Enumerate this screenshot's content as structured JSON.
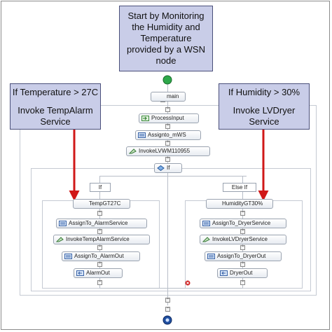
{
  "callouts": {
    "start": [
      "Start by Monitoring",
      "the  Humidity and",
      "Temperature",
      "provided by a WSN",
      "node"
    ],
    "left": [
      "If Temperature > 27C",
      "Invoke TempAlarm",
      "Service"
    ],
    "right": [
      "If Humidity > 30%",
      "Invoke  LVDryer",
      "Service"
    ]
  },
  "flow": {
    "main": "main",
    "process_input": "ProcessInput",
    "assign_mws": "Assignto_mWS",
    "invoke_lvwm": "InvokeLVWM110955",
    "if": "If"
  },
  "left_branch": {
    "label": "If",
    "scope": "TempGT27C",
    "steps": [
      "AssignTo_AlarmService",
      "InvokeTempAlarmService",
      "AssignTo_AlarmOut",
      "AlarmOut"
    ]
  },
  "right_branch": {
    "label": "Else If",
    "scope": "HumidityGT30%",
    "steps": [
      "AssignTo_DryerService",
      "InvokeLVDryerService",
      "AssignTo_DryerOut",
      "DryerOut"
    ]
  },
  "colors": {
    "callout_fill": "#c9cde8",
    "arrow": "#d01818",
    "start_node": "#2ea84a",
    "end_node": "#1f4fa0",
    "error_marker": "#d02020"
  }
}
